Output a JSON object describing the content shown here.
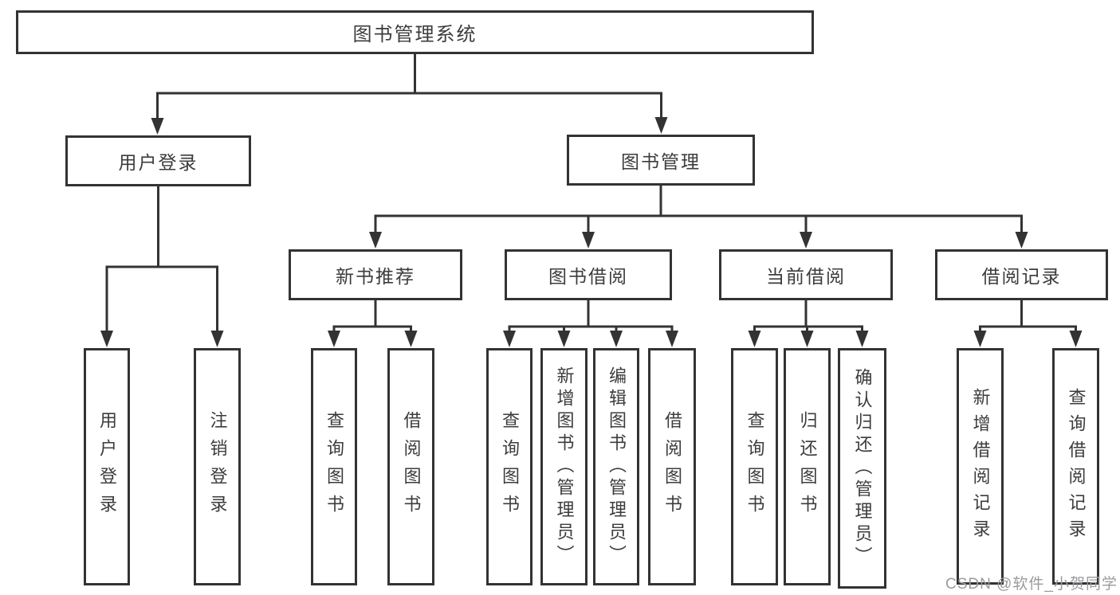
{
  "diagram": {
    "root": {
      "label": "图书管理系统",
      "children": [
        {
          "label": "用户登录",
          "children": [
            {
              "label": "用户登录"
            },
            {
              "label": "注销登录"
            }
          ]
        },
        {
          "label": "图书管理",
          "children": [
            {
              "label": "新书推荐",
              "children": [
                {
                  "label": "查询图书"
                },
                {
                  "label": "借阅图书"
                }
              ]
            },
            {
              "label": "图书借阅",
              "children": [
                {
                  "label": "查询图书"
                },
                {
                  "label": "新增图书（管理员）"
                },
                {
                  "label": "编辑图书（管理员）"
                },
                {
                  "label": "借阅图书"
                }
              ]
            },
            {
              "label": "当前借阅",
              "children": [
                {
                  "label": "查询图书"
                },
                {
                  "label": "归还图书"
                },
                {
                  "label": "确认归还（管理员）"
                }
              ]
            },
            {
              "label": "借阅记录",
              "children": [
                {
                  "label": "新增借阅记录"
                },
                {
                  "label": "查询借阅记录"
                }
              ]
            }
          ]
        }
      ]
    }
  },
  "watermark": {
    "text": "CSDN @软件_小贺同学"
  },
  "colors": {
    "line": "#333333",
    "text": "#3c3c3c",
    "watermark": "#9b9b9f",
    "background": "#ffffff"
  }
}
